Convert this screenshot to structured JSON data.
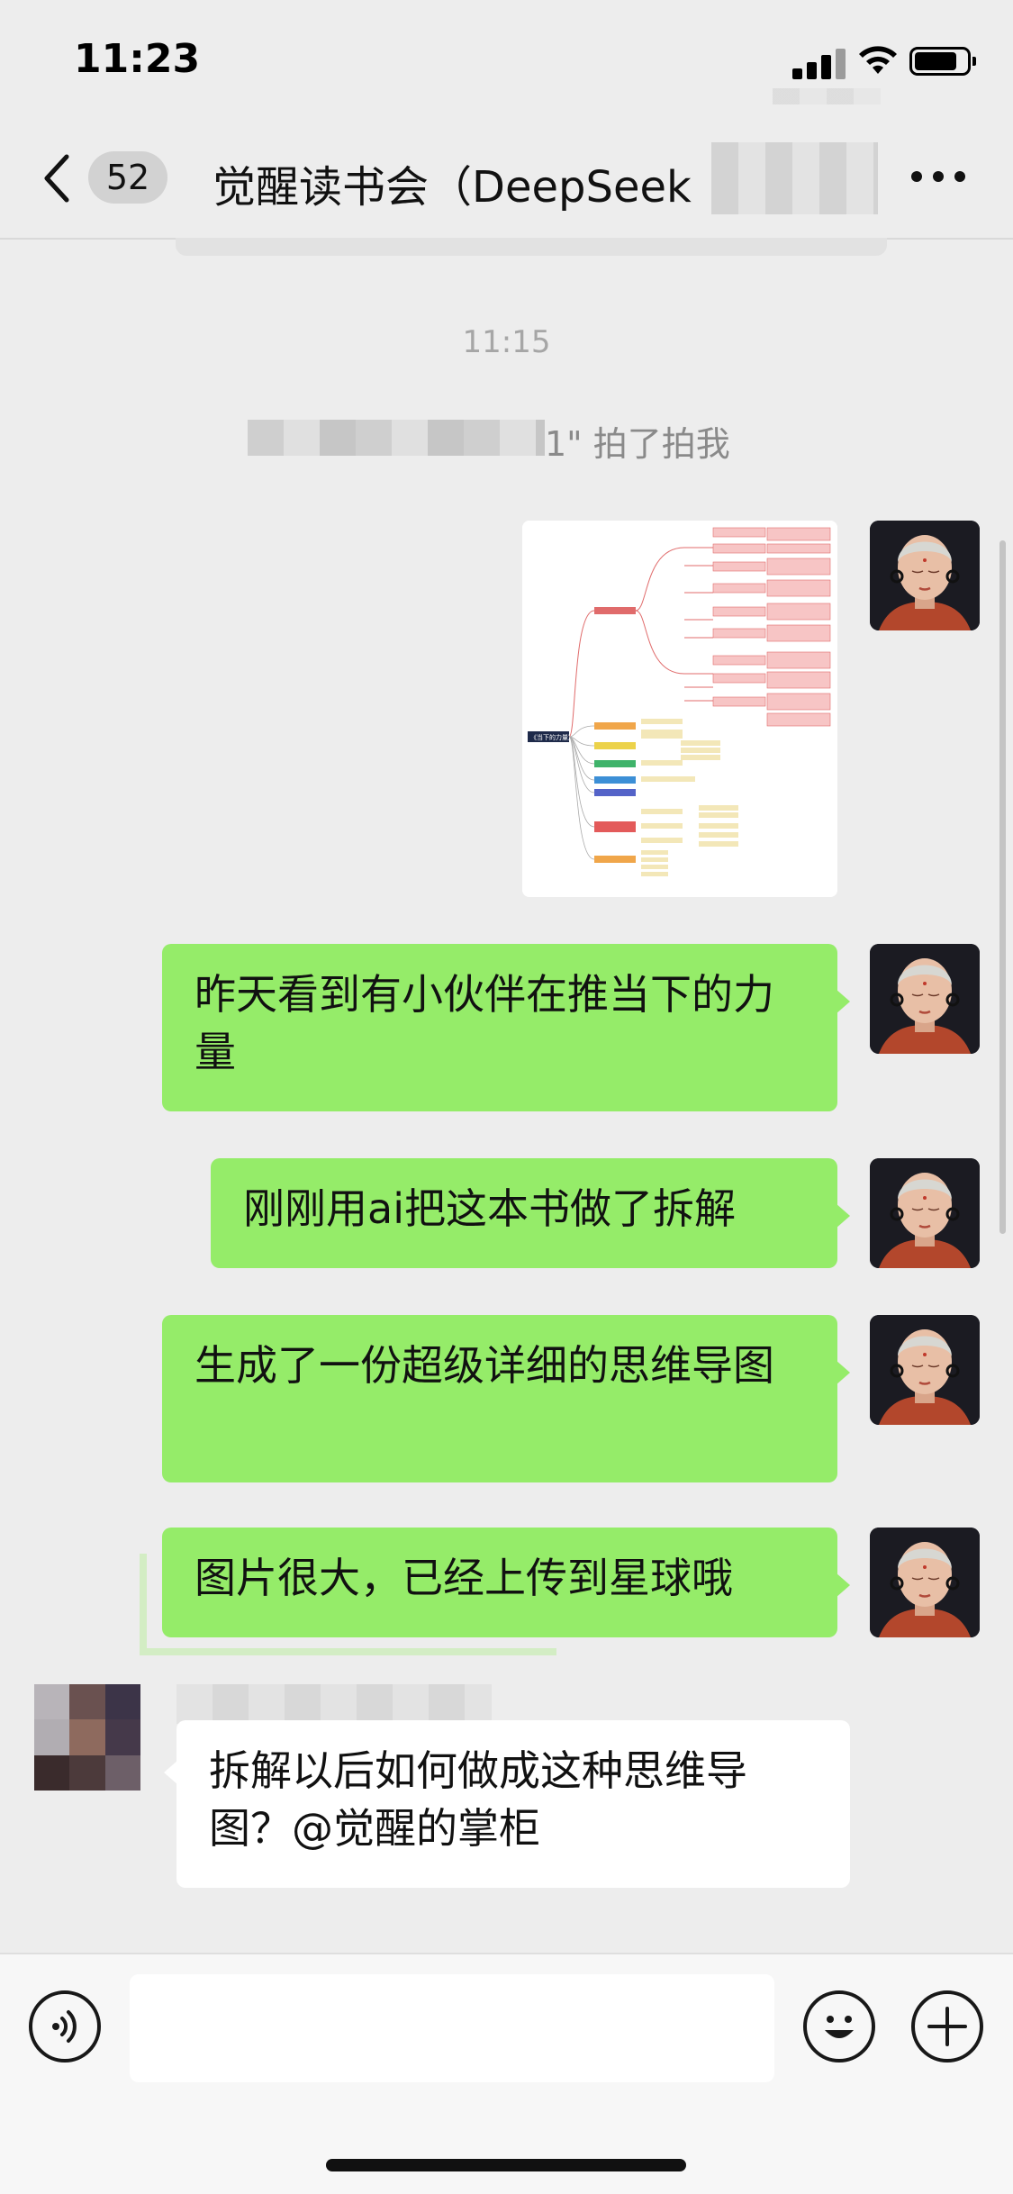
{
  "status_bar": {
    "time": "11:23"
  },
  "header": {
    "back_badge": "52",
    "title": "觉醒读书会（DeepSeek"
  },
  "chat": {
    "time_label": "11:15",
    "system_message": "1\" 拍了拍我",
    "messages": [
      {
        "text": "昨天看到有小伙伴在推当下的力量"
      },
      {
        "text": "刚刚用ai把这本书做了拆解"
      },
      {
        "text": "生成了一份超级详细的思维导图"
      },
      {
        "text": "图片很大，已经上传到星球哦"
      },
      {
        "text": "拆解以后如何做成这种思维导图？@觉醒的掌柜"
      }
    ],
    "mindmap_root": "《当下的力量》"
  },
  "input": {
    "value": "",
    "placeholder": ""
  },
  "icons": {
    "back": "chevron-left-icon",
    "more": "more-dots-icon",
    "voice": "voice-icon",
    "emoji": "emoji-icon",
    "plus": "plus-icon"
  },
  "colors": {
    "outgoing_bubble": "#95ec69",
    "incoming_bubble": "#ffffff",
    "background": "#ededed"
  }
}
